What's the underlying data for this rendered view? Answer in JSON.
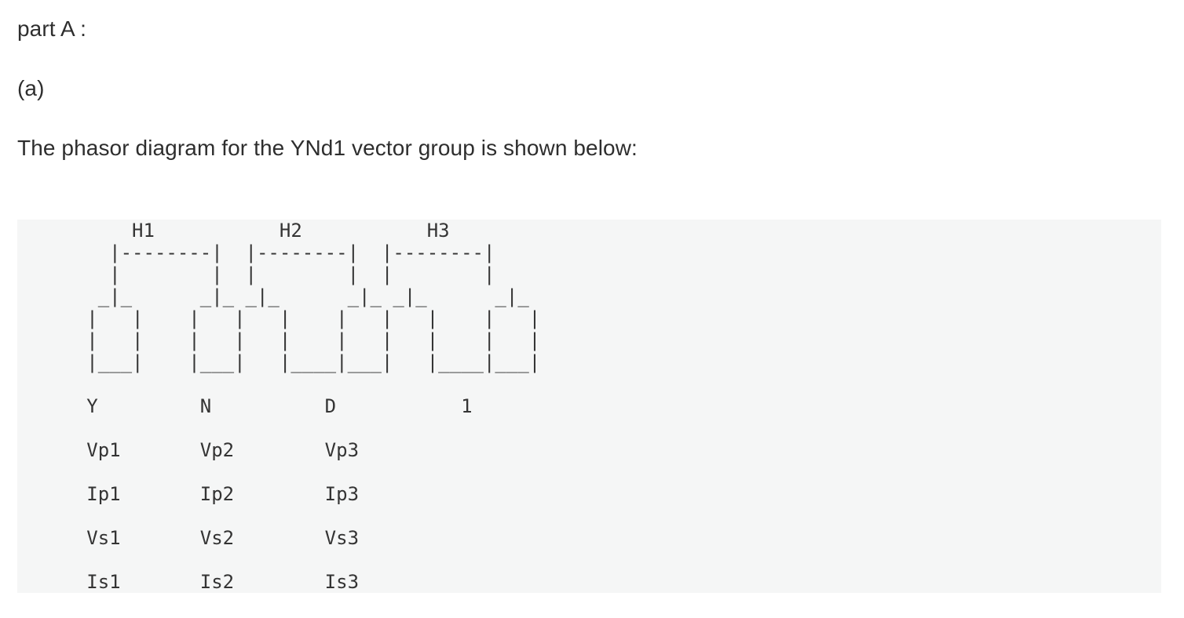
{
  "theme": {
    "page_bg": "#ffffff",
    "text_color": "#2e2e2e",
    "code_bg": "#f5f6f6",
    "code_text_color": "#343434"
  },
  "content": {
    "heading": "part A :",
    "section_label": "(a)",
    "intro": "The phasor diagram for the YNd1 vector group is shown below:",
    "code_block": {
      "ascii_lines": [
        "         H1           H2           H3",
        "       |--------|  |--------|  |--------|",
        "       |        |  |        |  |        |",
        "      _|_      _|_ _|_      _|_ _|_      _|_",
        "     |   |    |   |   |    |   |   |    |   |",
        "     |   |    |   |   |    |   |   |    |   |",
        "     |___|    |___|   |____|___|   |____|___|",
        "",
        "     Y         N          D           1",
        "",
        "     Vp1       Vp2        Vp3",
        "",
        "     Ip1       Ip2        Ip3",
        "",
        "     Vs1       Vs2        Vs3",
        "",
        "     Is1       Is2        Is3"
      ]
    }
  },
  "diagram": {
    "hv_bushings": [
      "H1",
      "H2",
      "H3"
    ],
    "vector_group_chars": [
      "Y",
      "N",
      "D",
      "1"
    ],
    "primary_voltages": [
      "Vp1",
      "Vp2",
      "Vp3"
    ],
    "primary_currents": [
      "Ip1",
      "Ip2",
      "Ip3"
    ],
    "secondary_voltages": [
      "Vs1",
      "Vs2",
      "Vs3"
    ],
    "secondary_currents": [
      "Is1",
      "Is2",
      "Is3"
    ]
  }
}
